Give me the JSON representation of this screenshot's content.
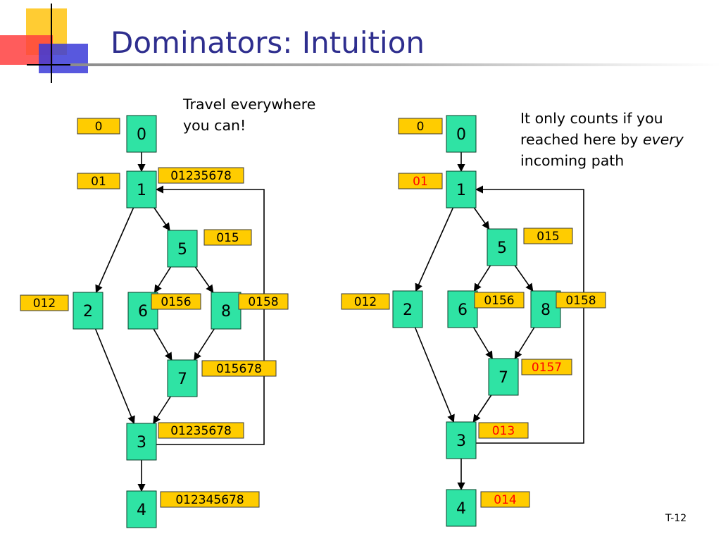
{
  "title": "Dominators: Intuition",
  "caption_left": "Travel everywhere you can!",
  "caption_right": {
    "line1": "It only counts if you",
    "line2": "reached here by",
    "emph": "every",
    "line3": "incoming path"
  },
  "slide_number": "T-12",
  "colors": {
    "title": "#2e2e8e",
    "node_fill": "#2fe3a4",
    "label_fill": "#ffcc00",
    "label_changed_text": "#ff0000"
  },
  "graphs": [
    {
      "nodes": [
        {
          "id": "0",
          "label": "0"
        },
        {
          "id": "1",
          "label": "01235678"
        },
        {
          "id": "5",
          "label": "015"
        },
        {
          "id": "2",
          "label": "012"
        },
        {
          "id": "6",
          "label": "0156"
        },
        {
          "id": "8",
          "label": "0158"
        },
        {
          "id": "7",
          "label": "015678"
        },
        {
          "id": "3",
          "label": "01235678"
        },
        {
          "id": "4",
          "label": "012345678"
        }
      ],
      "extra_labels": [
        {
          "near_node": "1",
          "label": "01"
        }
      ],
      "edges": [
        [
          "0",
          "1"
        ],
        [
          "1",
          "5"
        ],
        [
          "1",
          "2"
        ],
        [
          "5",
          "6"
        ],
        [
          "5",
          "8"
        ],
        [
          "6",
          "7"
        ],
        [
          "8",
          "7"
        ],
        [
          "2",
          "3"
        ],
        [
          "7",
          "3"
        ],
        [
          "3",
          "4"
        ],
        [
          "3",
          "1"
        ]
      ]
    },
    {
      "nodes": [
        {
          "id": "0",
          "label": "0"
        },
        {
          "id": "1",
          "label": "01",
          "changed": true
        },
        {
          "id": "5",
          "label": "015"
        },
        {
          "id": "2",
          "label": "012"
        },
        {
          "id": "6",
          "label": "0156"
        },
        {
          "id": "8",
          "label": "0158"
        },
        {
          "id": "7",
          "label": "0157",
          "changed": true
        },
        {
          "id": "3",
          "label": "013",
          "changed": true
        },
        {
          "id": "4",
          "label": "014",
          "changed": true
        }
      ],
      "edges": [
        [
          "0",
          "1"
        ],
        [
          "1",
          "5"
        ],
        [
          "1",
          "2"
        ],
        [
          "5",
          "6"
        ],
        [
          "5",
          "8"
        ],
        [
          "6",
          "7"
        ],
        [
          "8",
          "7"
        ],
        [
          "2",
          "3"
        ],
        [
          "7",
          "3"
        ],
        [
          "3",
          "4"
        ],
        [
          "3",
          "1"
        ]
      ]
    }
  ]
}
